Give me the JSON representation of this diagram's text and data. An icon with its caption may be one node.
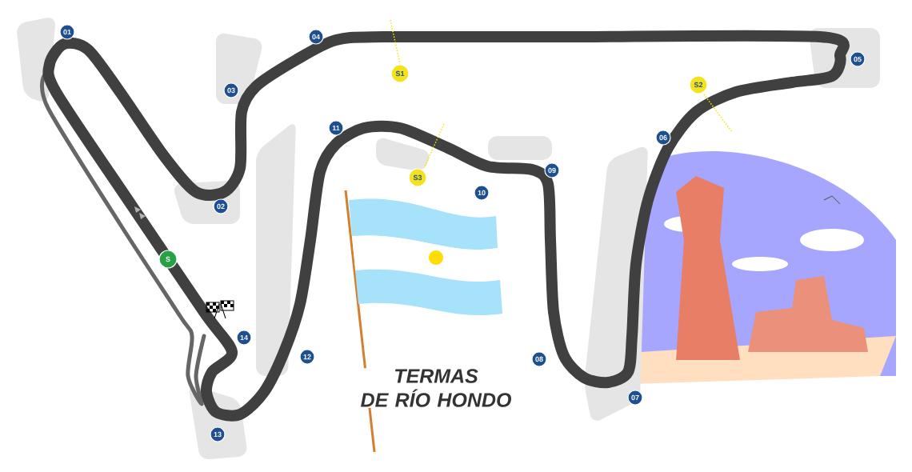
{
  "diagram": {
    "title": "TERMAS DE RÍO HONDO",
    "labels": [
      "01",
      "04",
      "S1",
      "05",
      "03",
      "S2",
      "11",
      "06",
      "S3",
      "09",
      "10",
      "02",
      "S",
      "14",
      "12",
      "08",
      "07",
      "13"
    ]
  }
}
